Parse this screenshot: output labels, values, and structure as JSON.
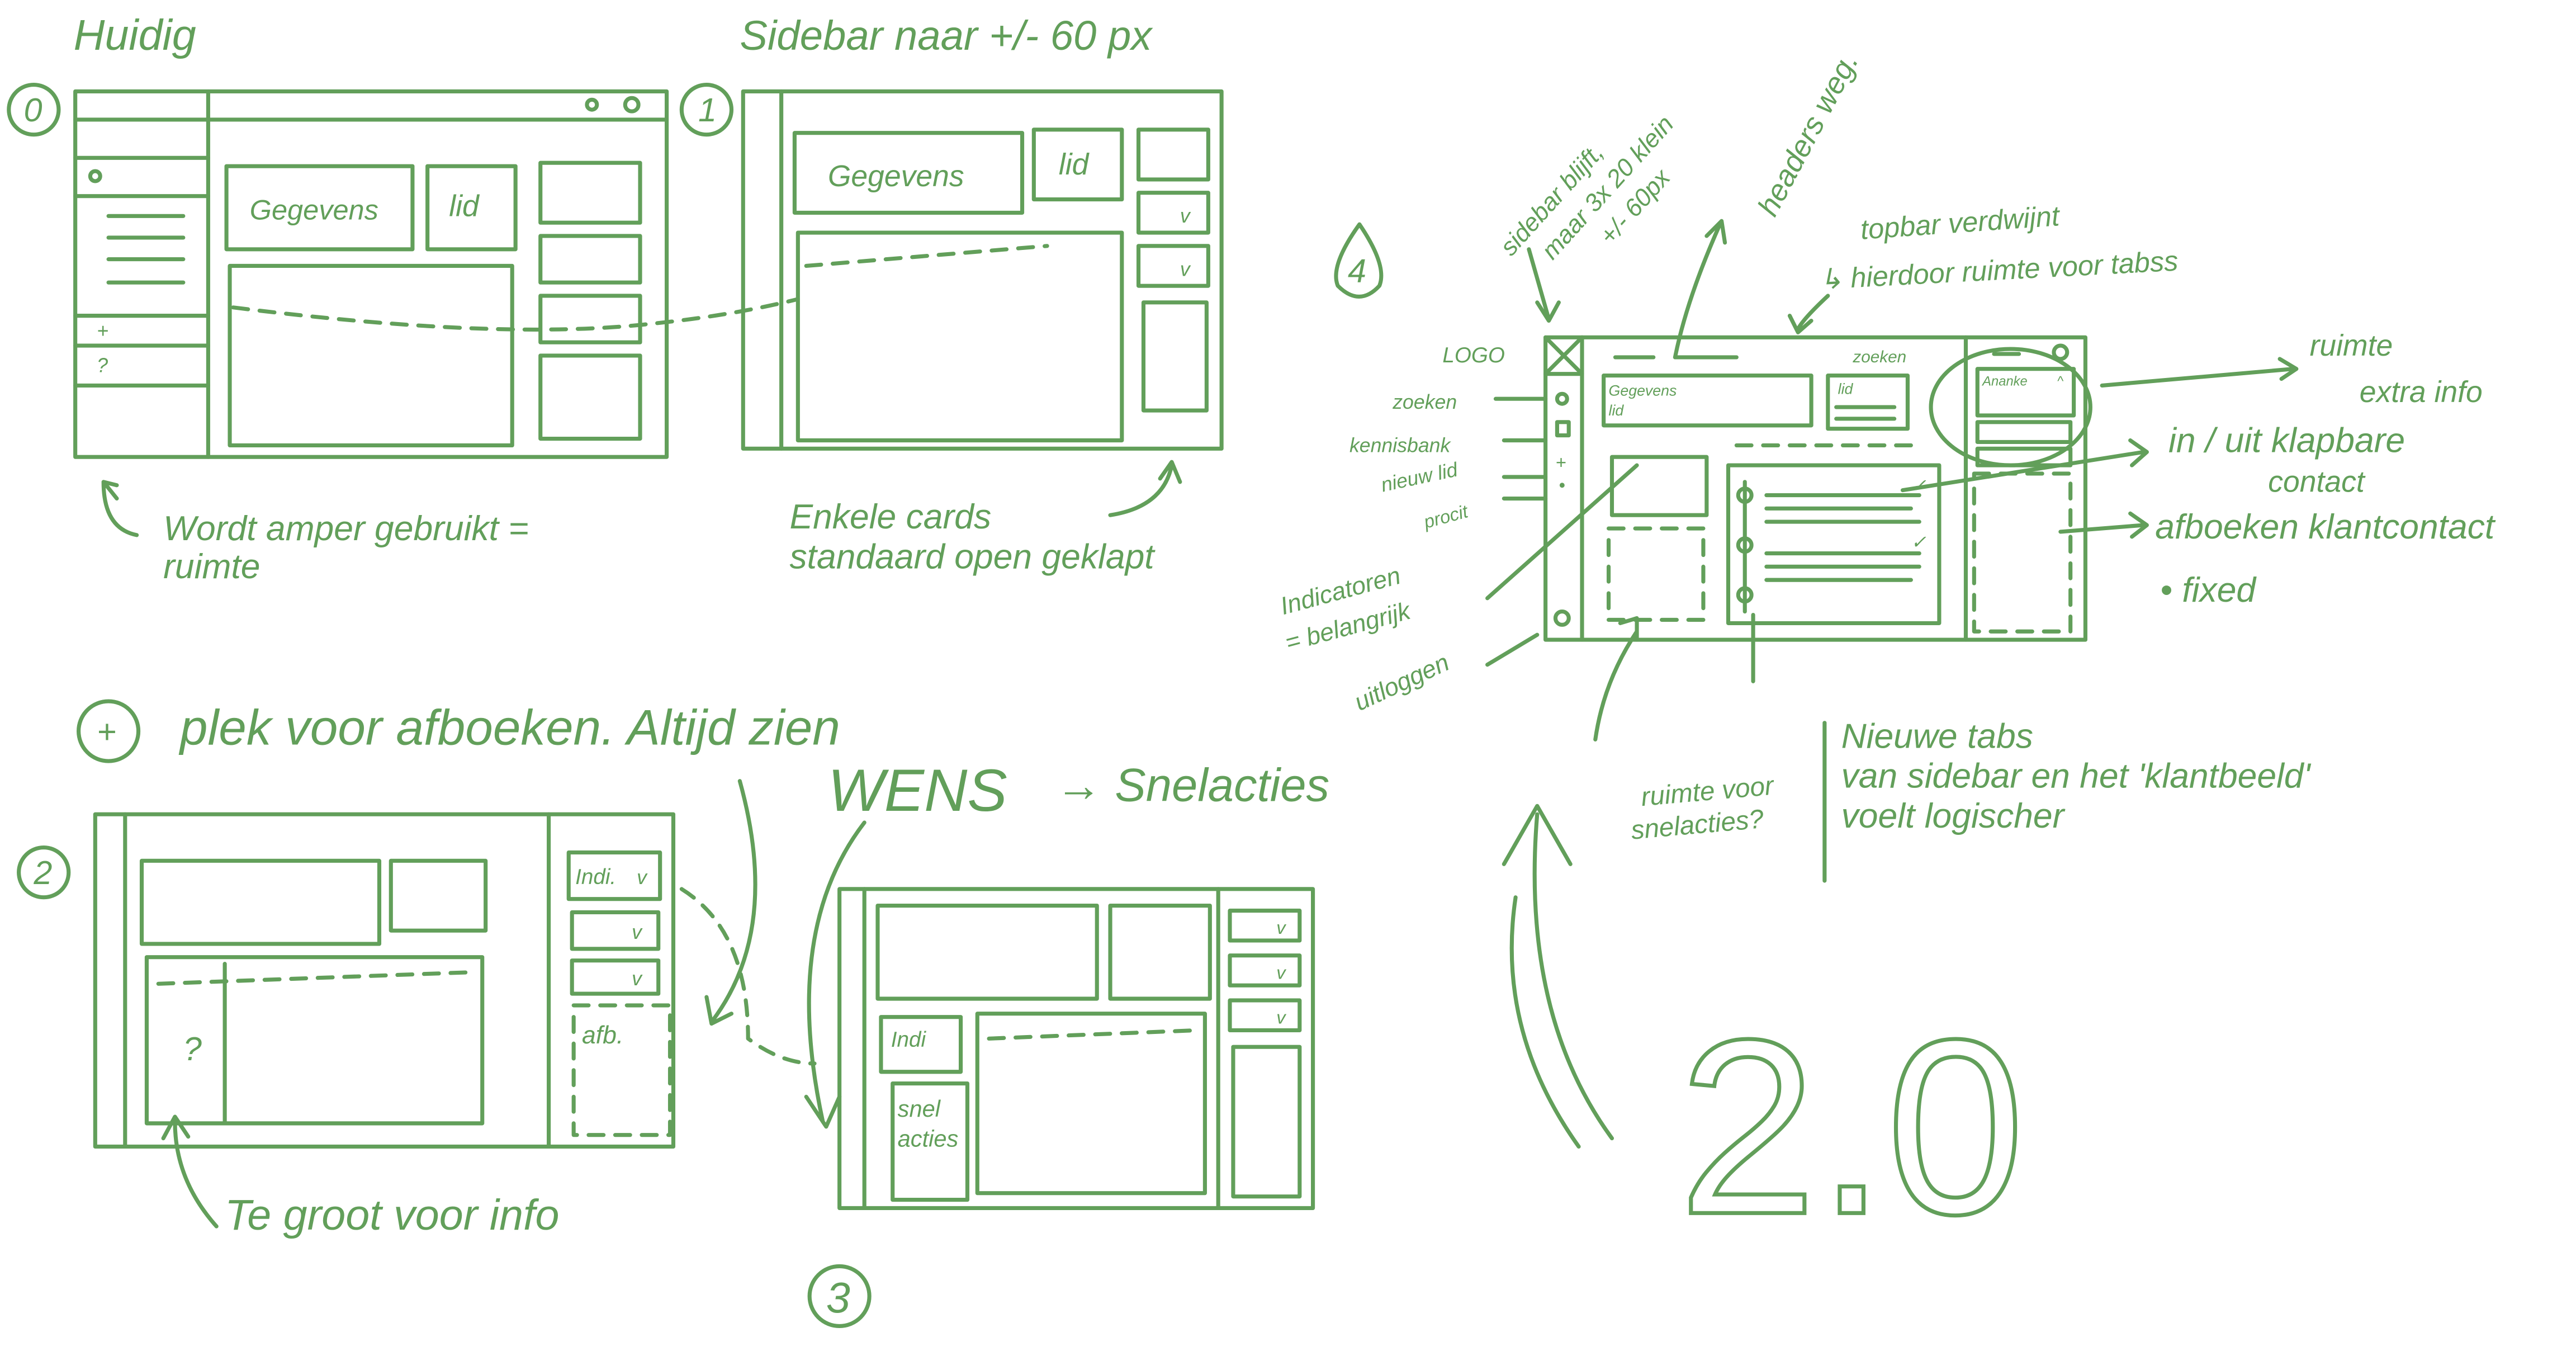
{
  "colors": {
    "ink": "#629f5a",
    "background": "#ffffff"
  },
  "sketch0": {
    "number": "0",
    "title": "Huidig",
    "cards": {
      "gegevens": "Gegevens",
      "lid": "lid"
    },
    "sidebar_question": "?",
    "caption_line1": "Wordt amper gebruikt =",
    "caption_line2": "ruimte"
  },
  "sketch1": {
    "number": "1",
    "title": "Sidebar naar +/- 60 px",
    "cards": {
      "gegevens": "Gegevens",
      "lid": "lid"
    },
    "caption_line1": "Enkele cards",
    "caption_line2": "standaard open geklapt"
  },
  "plus_note": {
    "symbol": "+",
    "text": "plek voor afboeken. Altijd zien"
  },
  "sketch2": {
    "number": "2",
    "right_cards": [
      "Indi.",
      "afb."
    ],
    "question": "?",
    "caption": "Te groot voor info"
  },
  "sketch3": {
    "number": "3",
    "wish": "WENS",
    "wish_target": "→ Snelacties",
    "indi_label": "Indi",
    "snelacties_label_line1": "snel",
    "snelacties_label_line2": "acties"
  },
  "sketch4": {
    "number": "4",
    "labels": {
      "logo": "LOGO",
      "zoeken": "zoeken",
      "kennisbank": "kennisbank",
      "nieuw_lid": "nieuw lid",
      "procit": "procit",
      "uitloggen": "uitloggen",
      "indicatoren_line1": "Indicatoren",
      "indicatoren_line2": "= belangrijk"
    },
    "frame_text": {
      "search": "zoeken",
      "gegevens_line1": "Gegevens",
      "gegevens_line2": "lid",
      "lid": "lid",
      "accordion": "Ananke"
    },
    "notes": {
      "sidebar_line1": "sidebar blijft,",
      "sidebar_line2": "maar 3x 20 klein",
      "sidebar_line3": "+/- 60px",
      "headers": "headers weg.",
      "topbar_line1": "topbar verdwijnt",
      "topbar_line2": "↳ hierdoor ruimte voor tabss",
      "extra_info_line1": "ruimte",
      "extra_info_line2": "extra info",
      "klapbare_line1": "in / uit klapbare",
      "klapbare_line2": "contact",
      "afboeken": "afboeken klantcontact",
      "fixed": "• fixed",
      "snelacties_line1": "ruimte voor",
      "snelacties_line2": "snelacties?",
      "tabs_line1": "Nieuwe tabs",
      "tabs_line2": "van sidebar en het 'klantbeeld'",
      "tabs_line3": "voelt logischer"
    }
  },
  "version_label": "2.0"
}
